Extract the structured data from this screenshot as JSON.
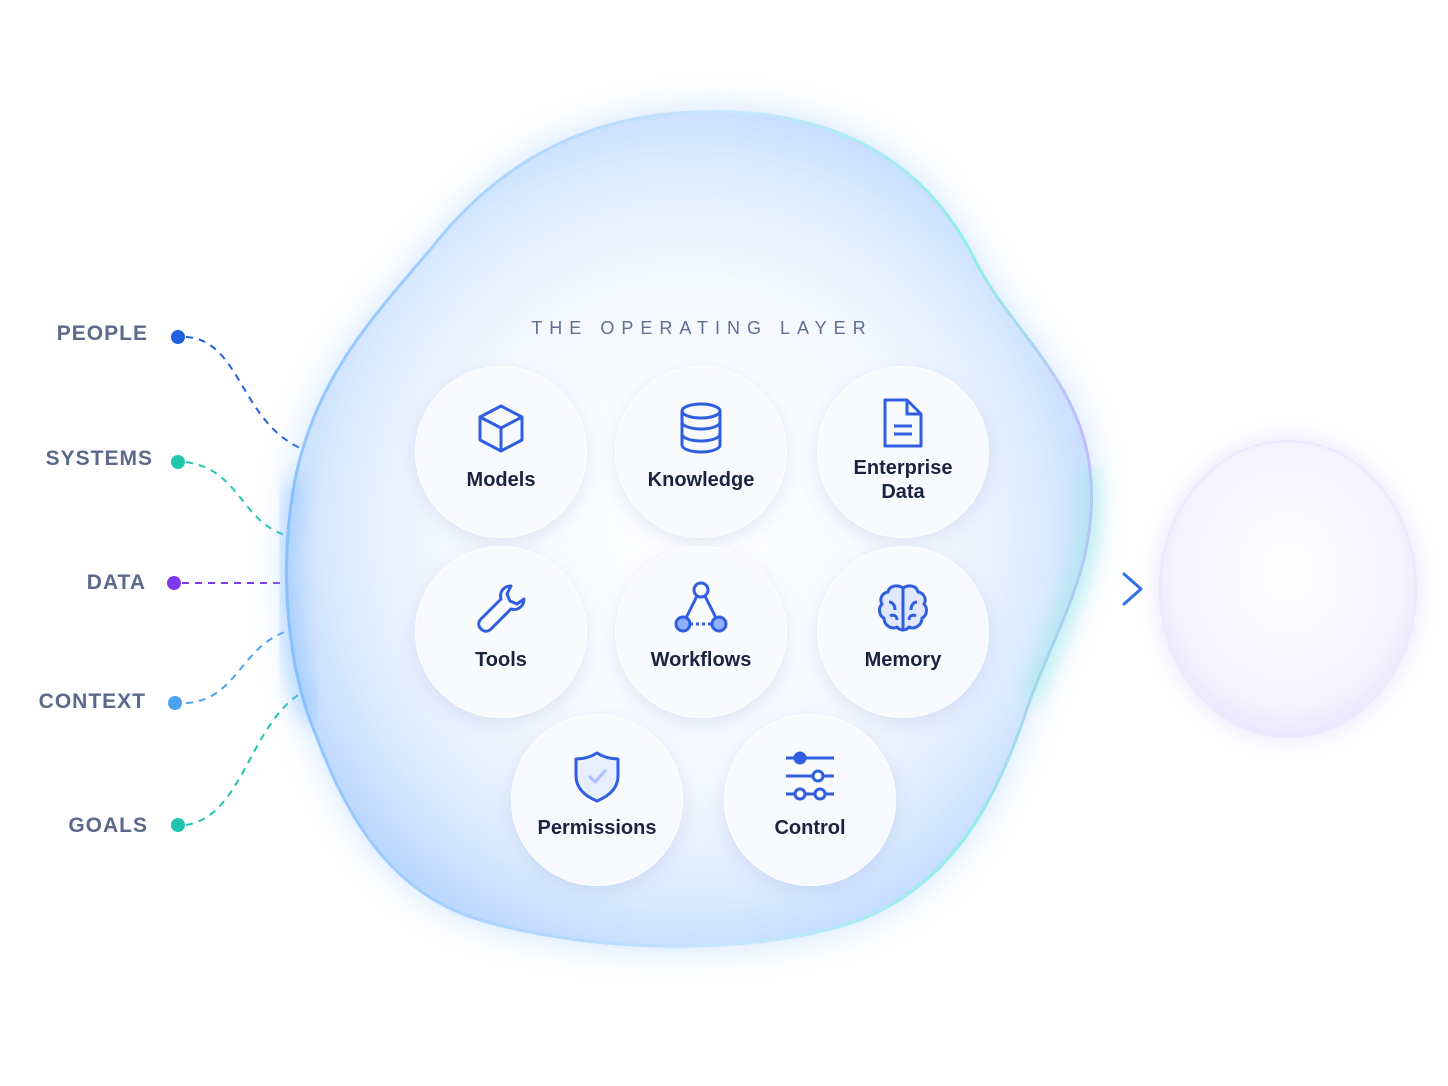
{
  "inputs": [
    "PEOPLE",
    "SYSTEMS",
    "DATA",
    "CONTEXT",
    "GOALS"
  ],
  "input_colors": [
    "#1f5fe0",
    "#22c7b0",
    "#7c3aed",
    "#4aa3f0",
    "#1ec4b0"
  ],
  "layer_title": "THE OPERATING LAYER",
  "capabilities": [
    {
      "label": "Models",
      "icon": "cube-icon"
    },
    {
      "label": "Knowledge",
      "icon": "database-icon"
    },
    {
      "label": "Enterprise",
      "label2": "Data",
      "icon": "document-icon"
    },
    {
      "label": "Tools",
      "icon": "wrench-icon"
    },
    {
      "label": "Workflows",
      "icon": "workflow-graph-icon"
    },
    {
      "label": "Memory",
      "icon": "brain-icon"
    },
    {
      "label": "Permissions",
      "icon": "shield-icon"
    },
    {
      "label": "Control",
      "icon": "sliders-icon"
    }
  ],
  "colors": {
    "icon_stroke": "#2f5ee0",
    "label_text": "#1a2340",
    "input_text": "#5b6a8c",
    "arrow": "#2f6fe8"
  }
}
